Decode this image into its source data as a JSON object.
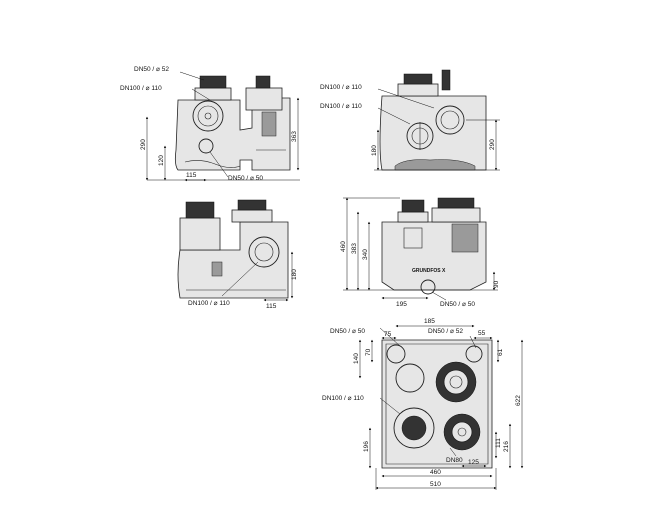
{
  "views": {
    "top_left": {
      "dn50_52": "DN50 /  ⌀ 52",
      "dn100_110": "DN100 /  ⌀ 110",
      "dn50_50": "DN50 /  ⌀ 50",
      "d290": "290",
      "d120": "120",
      "d115": "115",
      "d363": "363"
    },
    "top_right": {
      "dn100_110_a": "DN100 /  ⌀ 110",
      "dn100_110_b": "DN100 /  ⌀ 110",
      "d180": "180",
      "d290": "290"
    },
    "mid_left": {
      "dn100_110": "DN100 /  ⌀ 110",
      "d115": "115",
      "d180": "180"
    },
    "mid_right": {
      "d460": "460",
      "d383": "383",
      "d340": "340",
      "d195": "195",
      "dn50_50": "DN50 /  ⌀ 50",
      "d90": "90",
      "logo": "GRUNDFOS X"
    },
    "plan": {
      "dn50_50": "DN50 /  ⌀ 50",
      "d185": "185",
      "d75": "75",
      "dn50_52": "DN50 /  ⌀ 52",
      "d55": "55",
      "d140": "140",
      "d70": "70",
      "d61": "61",
      "dn100_110": "DN100 /  ⌀ 110",
      "d622": "622",
      "d196": "196",
      "d216": "216",
      "d111": "111",
      "dn80": "DN80",
      "d125": "125",
      "d460": "460",
      "d510": "510"
    }
  }
}
